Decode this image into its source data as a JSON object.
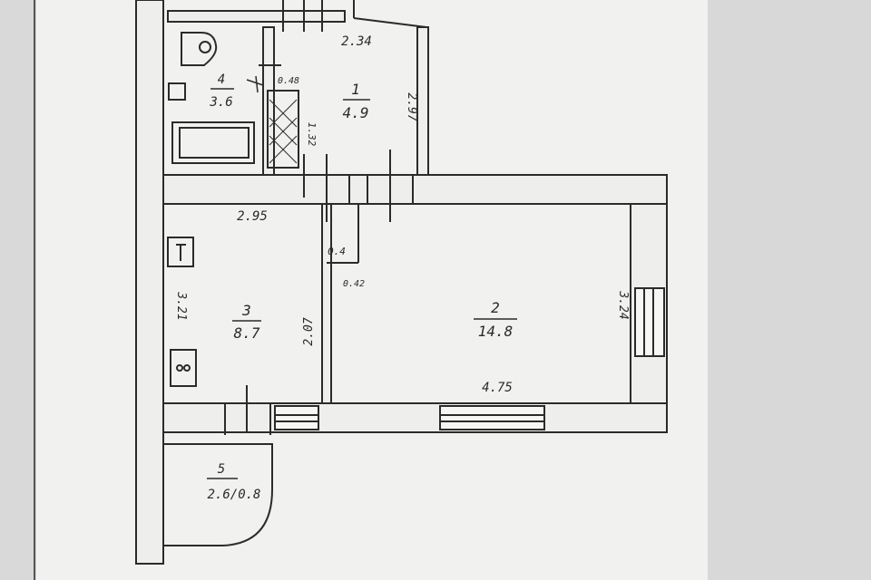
{
  "rooms": [
    {
      "number": "1",
      "area": "4.9"
    },
    {
      "number": "2",
      "area": "14.8"
    },
    {
      "number": "3",
      "area": "8.7"
    },
    {
      "number": "4",
      "area": "3.6"
    },
    {
      "number": "5",
      "area": "2.6/0.8"
    }
  ],
  "dimensions": {
    "hall_width": "2.34",
    "hall_height": "2.97",
    "hall_inner": "1.32",
    "kitchen_width": "2.95",
    "kitchen_height": "3.21",
    "kitchen_wall": "2.07",
    "living_height": "3.24",
    "living_width": "4.75",
    "bath_door": "0.48",
    "wall_thickness": "0.4",
    "door_width": "0.42"
  },
  "colors": {
    "paper": "#f1f1ef",
    "background": "#d9d9d9",
    "line": "#2b2b2b",
    "wall_fill": "#eeeeec"
  }
}
